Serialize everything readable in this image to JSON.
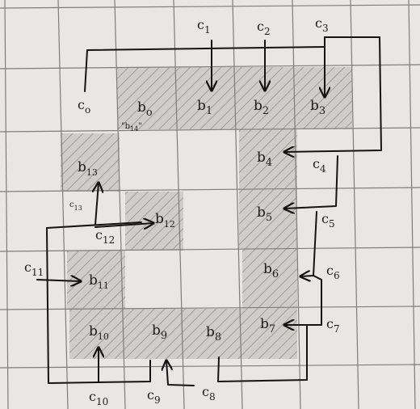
{
  "diagram": {
    "cells": [
      "b0",
      "b1",
      "b2",
      "b3",
      "b4",
      "b5",
      "b6",
      "b7",
      "b8",
      "b9",
      "b10",
      "b11",
      "b12",
      "b13"
    ],
    "labels": {
      "c1": "c",
      "c1_sub": "1",
      "c2": "c",
      "c2_sub": "2",
      "c3": "c",
      "c3_sub": "3",
      "c0": "c",
      "c0_sub": "o",
      "c4": "c",
      "c4_sub": "4",
      "c5": "c",
      "c5_sub": "5",
      "c6": "c",
      "c6_sub": "6",
      "c7": "c",
      "c7_sub": "7",
      "c8": "c",
      "c8_sub": "8",
      "c9": "c",
      "c9_sub": "9",
      "c10": "c",
      "c10_sub": "10",
      "c11": "c",
      "c11_sub": "11",
      "c12": "c",
      "c12_sub": "12",
      "c13": "c",
      "c13_sub": "13",
      "b0": "b",
      "b0_sub": "o",
      "b1": "b",
      "b1_sub": "1",
      "b2": "b",
      "b2_sub": "2",
      "b3": "b",
      "b3_sub": "3",
      "b4": "b",
      "b4_sub": "4",
      "b5": "b",
      "b5_sub": "5",
      "b6": "b",
      "b6_sub": "6",
      "b7": "b",
      "b7_sub": "7",
      "b8": "b",
      "b8_sub": "8",
      "b9": "b",
      "b9_sub": "9",
      "b10": "b",
      "b10_sub": "10",
      "b11": "b",
      "b11_sub": "11",
      "b12": "b",
      "b12_sub": "12",
      "b13": "b",
      "b13_sub": "13",
      "b14_note": "\"b",
      "b14_note_sub": "14",
      "b14_note_end": "\""
    },
    "colors": {
      "paper": "#e9e7e3",
      "ink": "#141414",
      "grid": "#7d7d7d",
      "shade": "#c9c7c3"
    }
  }
}
